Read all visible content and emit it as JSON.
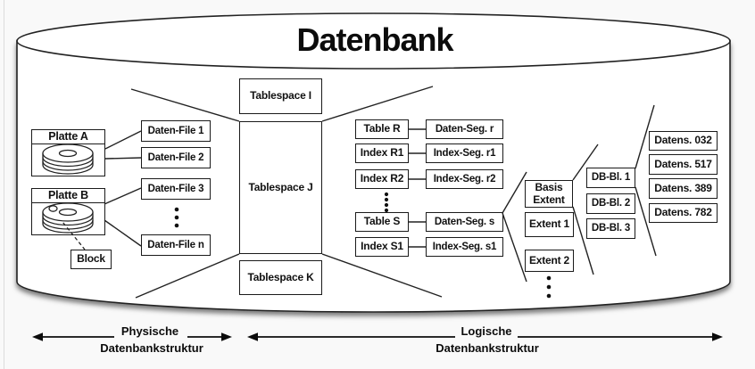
{
  "title": "Datenbank",
  "physical": {
    "disk_a": "Platte A",
    "disk_b": "Platte B",
    "block": "Block",
    "files": [
      "Daten-File 1",
      "Daten-File 2",
      "Daten-File 3",
      "Daten-File n"
    ]
  },
  "tablespaces": {
    "i": "Tablespace I",
    "j": "Tablespace J",
    "k": "Tablespace K"
  },
  "segments": {
    "tables": [
      "Table R",
      "Index R1",
      "Index R2",
      "Table S",
      "Index S1"
    ],
    "segs": [
      "Daten-Seg. r",
      "Index-Seg. r1",
      "Index-Seg. r2",
      "Daten-Seg. s",
      "Index-Seg. s1"
    ]
  },
  "extents": [
    "Basis Extent",
    "Extent 1",
    "Extent 2"
  ],
  "db_blocks": [
    "DB-Bl. 1",
    "DB-Bl. 2",
    "DB-Bl. 3"
  ],
  "records": [
    "Datens. 032",
    "Datens. 517",
    "Datens. 389",
    "Datens. 782"
  ],
  "legend": {
    "physical_line1": "Physische",
    "physical_line2": "Datenbankstruktur",
    "logical_line1": "Logische",
    "logical_line2": "Datenbankstruktur"
  },
  "colors": {
    "line": "#1a1a1a",
    "background": "#f9f9f9",
    "box_fill": "#ffffff"
  }
}
